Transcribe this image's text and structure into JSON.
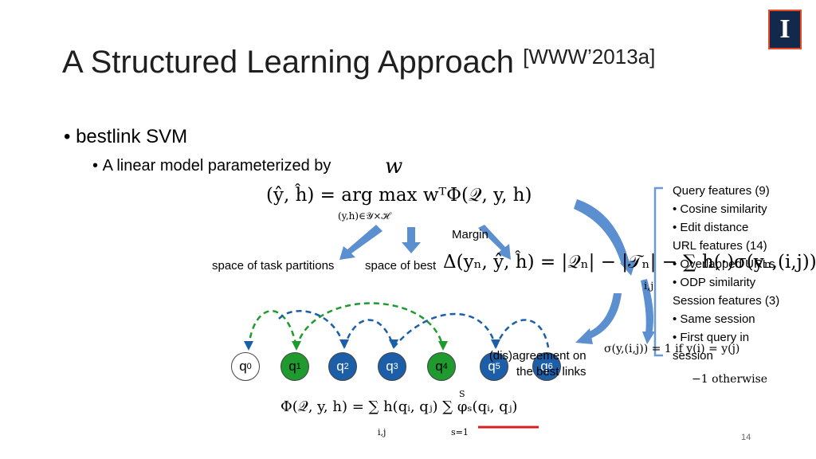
{
  "slide": {
    "title": "A Structured Learning Approach",
    "title_citation": "[WWW’2013a]",
    "bullet1": "bestlink SVM",
    "bullet2": "A linear model parameterized by",
    "w_symbol": "w",
    "page_number": "14",
    "logo_letter": "I"
  },
  "equations": {
    "argmax": "(ŷ, ĥ) = arg max wᵀΦ(𝒬, y, h)",
    "argmax_sub": "(y,h)∈𝒴×ℋ",
    "loss": "Δ(yₙ, ŷ, ĥ) = |𝒬ₙ| − |𝒯ₙ| − ∑ h(·)σ(yₙ,(i,j))",
    "loss_sub": "i,j",
    "sigma_top": "σ(y,(i,j)) =  1  if y(i) = y(j)",
    "sigma_bottom": "−1   otherwise",
    "phi": "Φ(𝒬, y, h) = ∑ h(qᵢ, qⱼ) ∑ φₛ(qᵢ, qⱼ)",
    "phi_sum1_sub": "i,j",
    "phi_sum2_sub": "s=1",
    "phi_sum2_sup": "S"
  },
  "labels": {
    "task_partitions": "space of task partitions",
    "best": "space of best",
    "margin": "Margin",
    "disagreement_line1": "(dis)agreement on",
    "disagreement_line2": "the best links"
  },
  "features": [
    "Query features (9)",
    "•  Cosine similarity",
    "•  Edit distance",
    "URL features (14)",
    "•  Overlapped URLs",
    "•  ODP similarity",
    "Session features (3)",
    "•  Same session",
    "•  First query in",
    "    session"
  ],
  "nodes": [
    {
      "label": "q",
      "sub": "0",
      "color": "#ffffff",
      "text": "#000000"
    },
    {
      "label": "q",
      "sub": "1",
      "color": "#1e9a2e",
      "text": "#000000"
    },
    {
      "label": "q",
      "sub": "2",
      "color": "#1c5fa8",
      "text": "#ffffff"
    },
    {
      "label": "q",
      "sub": "3",
      "color": "#1c5fa8",
      "text": "#ffffff"
    },
    {
      "label": "q",
      "sub": "4",
      "color": "#1e9a2e",
      "text": "#000000"
    },
    {
      "label": "q",
      "sub": "5",
      "color": "#1c5fa8",
      "text": "#ffffff"
    },
    {
      "label": "q",
      "sub": "6",
      "color": "#1c5fa8",
      "text": "#ffffff"
    }
  ],
  "colors": {
    "green_arc": "#1e9a2e",
    "blue_arc": "#1c5fa8",
    "arrow_fill": "#5b8fcf",
    "bracket": "#6a9bd2",
    "underline": "#d42020"
  }
}
